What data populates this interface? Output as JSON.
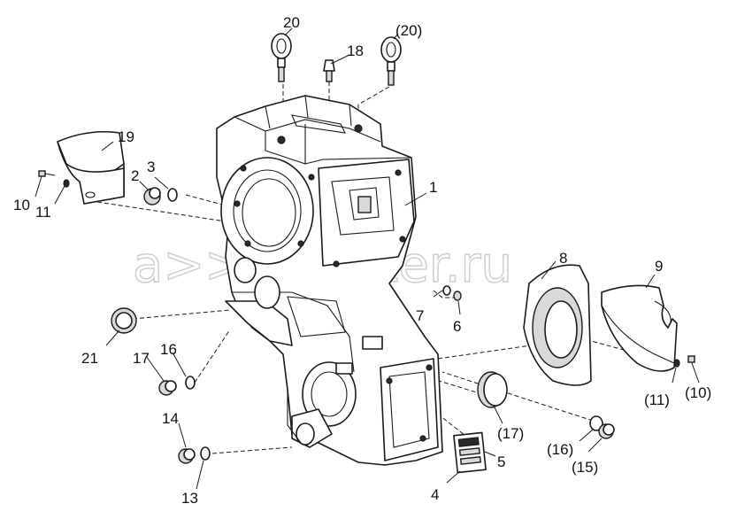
{
  "watermark": "a>>ekopiter.ru",
  "callouts": {
    "c20": "20",
    "c20p": "(20)",
    "c18": "18",
    "c19": "19",
    "c1": "1",
    "c2": "2",
    "c3": "3",
    "c10": "10",
    "c11": "11",
    "c8": "8",
    "c9": "9",
    "c7": "7",
    "c6": "6",
    "c21": "21",
    "c16": "16",
    "c17": "17",
    "c11p": "(11)",
    "c10p": "(10)",
    "c17p": "(17)",
    "c14": "14",
    "c16p": "(16)",
    "c15p": "(15)",
    "c5": "5",
    "c13": "13",
    "c4": "4"
  }
}
